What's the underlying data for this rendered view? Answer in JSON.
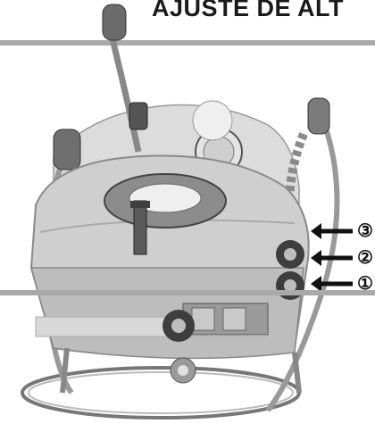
{
  "header": {
    "title": "AJUSTE DE ALT"
  },
  "levels": [
    {
      "label": "③"
    },
    {
      "label": "②"
    },
    {
      "label": "①"
    }
  ],
  "colors": {
    "rule": "#a9a9a9",
    "ink": "#1a1a1a"
  }
}
